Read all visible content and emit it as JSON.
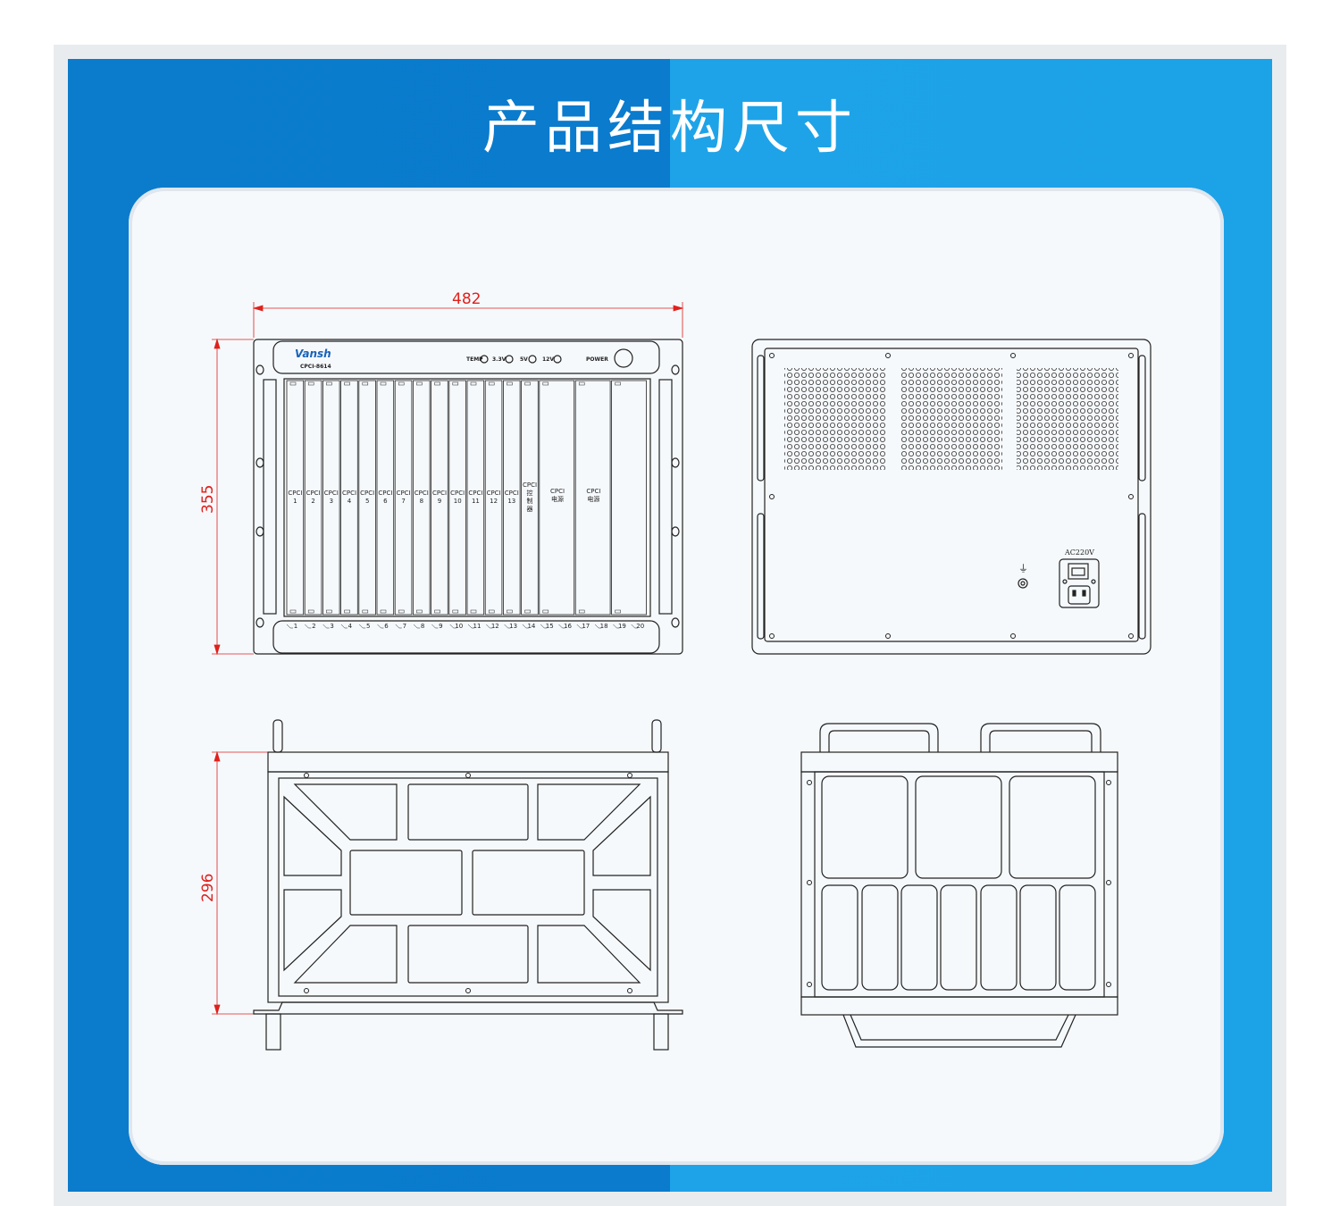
{
  "page": {
    "title": "产品结构尺寸"
  },
  "colors": {
    "banner_left": "#0a7bcd",
    "banner_right": "#1ca2e7",
    "dimension": "#e0201c"
  },
  "front_view": {
    "width_dim": "482",
    "height_dim": "355",
    "brand": "Vansh",
    "model": "CPCI-8614",
    "indicators": [
      "TEMP",
      "3.3V",
      "5V",
      "12V"
    ],
    "power_label": "POWER",
    "slot_labels": [
      "CPCI 1",
      "CPCI 2",
      "CPCI 3",
      "CPCI 4",
      "CPCI 5",
      "CPCI 6",
      "CPCI 7",
      "CPCI 8",
      "CPCI 9",
      "CPCI 10",
      "CPCI 11",
      "CPCI 12",
      "CPCI 13"
    ],
    "controller_label": "CPCI 控 制 器",
    "power_supply_label_1": "CPCI 电源",
    "power_supply_label_2": "CPCI 电源",
    "slot_numbers": [
      "1",
      "2",
      "3",
      "4",
      "5",
      "6",
      "7",
      "8",
      "9",
      "10",
      "11",
      "12",
      "13",
      "14",
      "15",
      "16",
      "17",
      "18",
      "19",
      "20"
    ]
  },
  "rear_view": {
    "ac_label": "AC220V",
    "ground_symbol": "⏚"
  },
  "side_view": {
    "depth_dim": "296"
  }
}
